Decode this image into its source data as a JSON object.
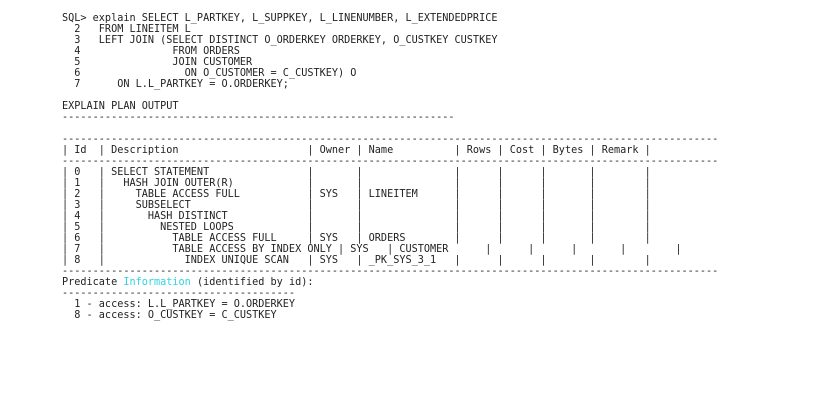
{
  "terminal": {
    "query_lines": [
      "SQL> explain SELECT L_PARTKEY, L_SUPPKEY, L_LINENUMBER, L_EXTENDEDPRICE",
      "  2   FROM LINEITEM L",
      "  3   LEFT JOIN (SELECT DISTINCT O_ORDERKEY ORDERKEY, O_CUSTKEY CUSTKEY",
      "  4               FROM ORDERS",
      "  5               JOIN CUSTOMER",
      "  6                 ON O_CUSTOMER = C_CUSTKEY) O",
      "  7      ON L.L_PARTKEY = O.ORDERKEY;"
    ],
    "plan_title": "EXPLAIN PLAN OUTPUT",
    "plan_title_rule": "----------------------------------------------------------------",
    "table_border": "-----------------------------------------------------------------------------------------------------------",
    "table_header": "| Id  | Description                     | Owner | Name          | Rows | Cost | Bytes | Remark |",
    "table_rows": [
      "| 0   | SELECT STATEMENT                |       |               |      |      |       |        |",
      "| 1   |   HASH JOIN OUTER(R)            |       |               |      |      |       |        |",
      "| 2   |     TABLE ACCESS FULL           | SYS   | LINEITEM      |      |      |       |        |",
      "| 3   |     SUBSELECT                   |       |               |      |      |       |        |",
      "| 4   |       HASH DISTINCT             |       |               |      |      |       |        |",
      "| 5   |         NESTED LOOPS            |       |               |      |      |       |        |",
      "| 6   |           TABLE ACCESS FULL     | SYS   | ORDERS        |      |      |       |        |",
      "| 7   |           TABLE ACCESS BY INDEX ONLY | SYS   | CUSTOMER      |      |      |       |        |",
      "| 8   |             INDEX UNIQUE SCAN   | SYS   | _PK_SYS_3_1   |      |      |       |        |"
    ],
    "predicate_prefix": "Predicate ",
    "predicate_highlight": "Information",
    "predicate_suffix": " (identified by id):",
    "predicate_rule": "--------------------------------------",
    "predicates": [
      "  1 - access: L.L_PARTKEY = O.ORDERKEY",
      "  8 - access: O_CUSTKEY = C_CUSTKEY"
    ],
    "highlight_color": "#2fd4e3"
  }
}
